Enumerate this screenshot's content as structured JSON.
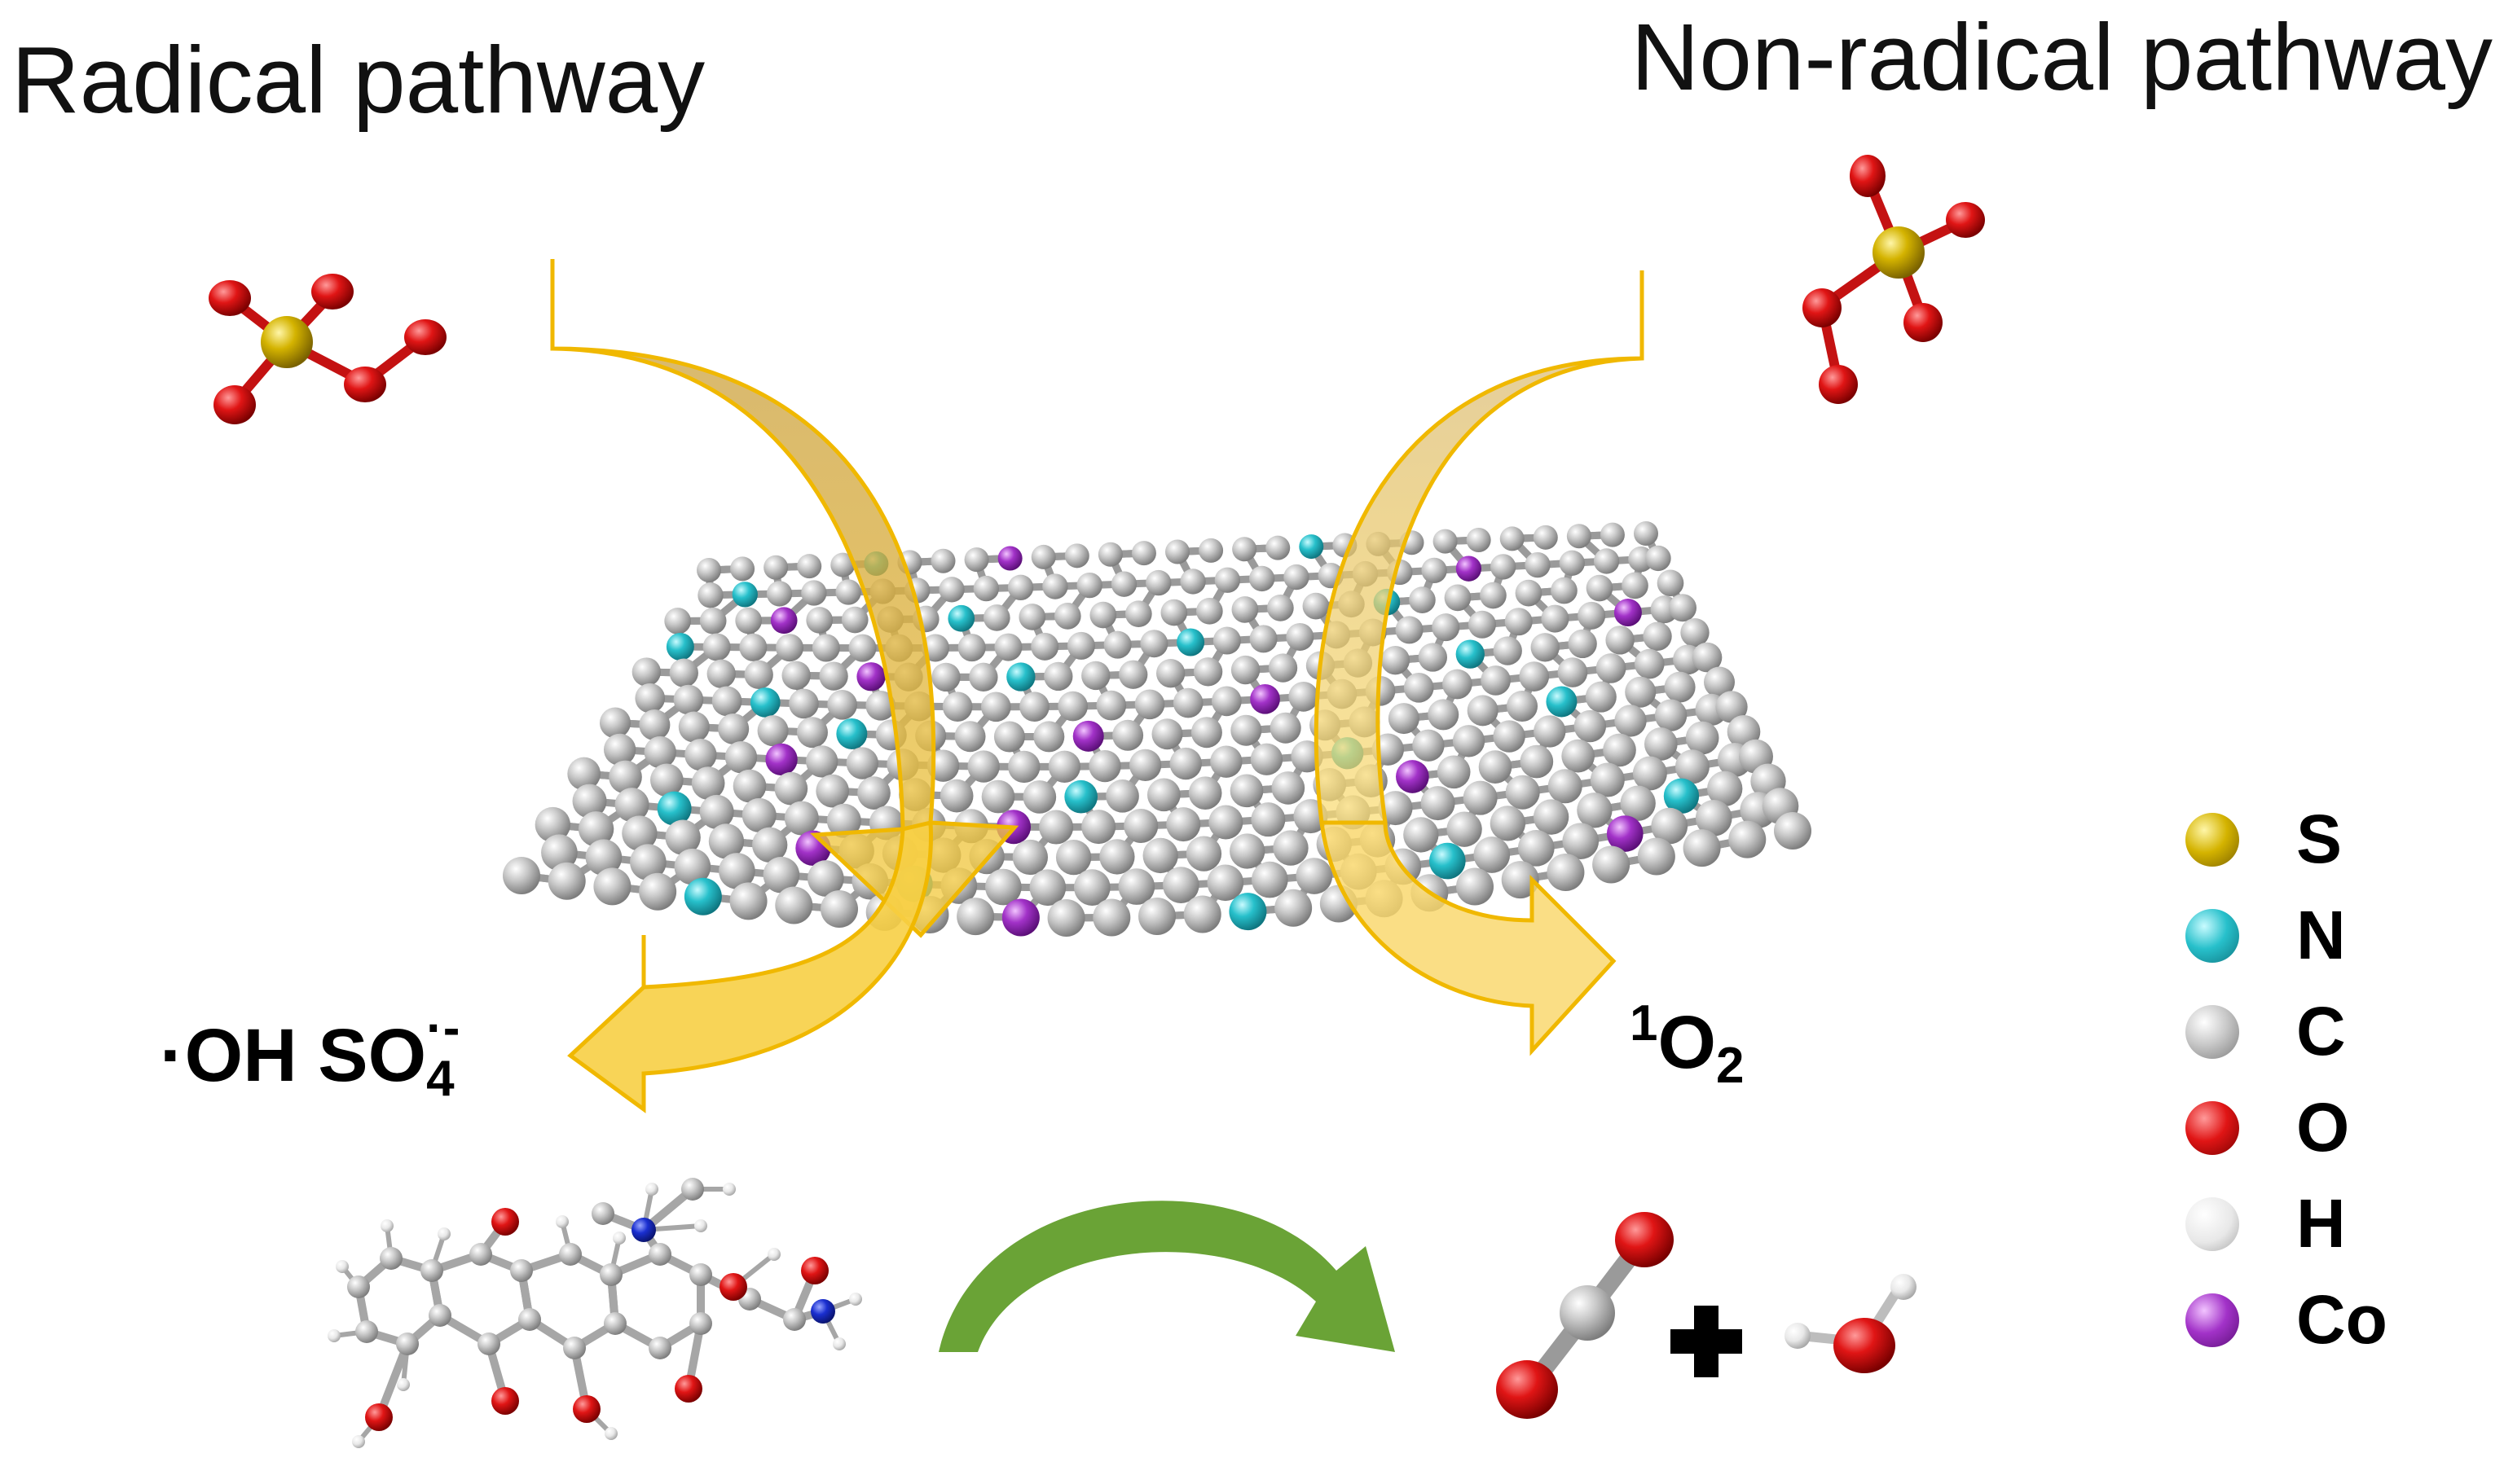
{
  "headings": {
    "left": "Radical pathway",
    "right": "Non-radical pathway"
  },
  "species": {
    "left": {
      "hydroxyl": "·OH",
      "sulfate_base": "SO",
      "sulfate_charge": "·-",
      "sulfate_subscript": "4"
    },
    "right": {
      "superscript": "1",
      "base": "O",
      "subscript": "2"
    }
  },
  "legend": [
    {
      "label": "S",
      "color": "#d4b300"
    },
    {
      "label": "N",
      "color": "#1fb3bf"
    },
    {
      "label": "C",
      "color": "#a9a9a9"
    },
    {
      "label": "O",
      "color": "#dd1111"
    },
    {
      "label": "H",
      "color": "#e4e4e4"
    },
    {
      "label": "Co",
      "color": "#9b27c0"
    }
  ],
  "colors": {
    "sulfur": "#d4b300",
    "oxygen": "#dd1111",
    "carbon": "#a9a9a9",
    "nitrogen": "#1fb3bf",
    "nitrogen_molecule": "#1a2fd0",
    "hydrogen": "#e4e4e4",
    "cobalt": "#9b27c0",
    "bond": "#9a9a9a",
    "radical_arrow": "#c9a24a",
    "nonradical_arrow": "#d6b878",
    "arrow_head": "#f7cf45",
    "arrow_outline": "#f0b800",
    "degradation_arrow": "#6aa336",
    "plus": "#000000"
  },
  "icons": {
    "lattice": "graphene-lattice-icon",
    "pms_left": "peroxymonosulfate-molecule-icon",
    "pms_right": "peroxymonosulfate-molecule-icon",
    "pollutant": "pollutant-molecule-icon",
    "co2": "co2-molecule-icon",
    "water": "water-molecule-icon",
    "plus": "plus-icon",
    "degradation_arrow": "curved-arrow-icon"
  }
}
